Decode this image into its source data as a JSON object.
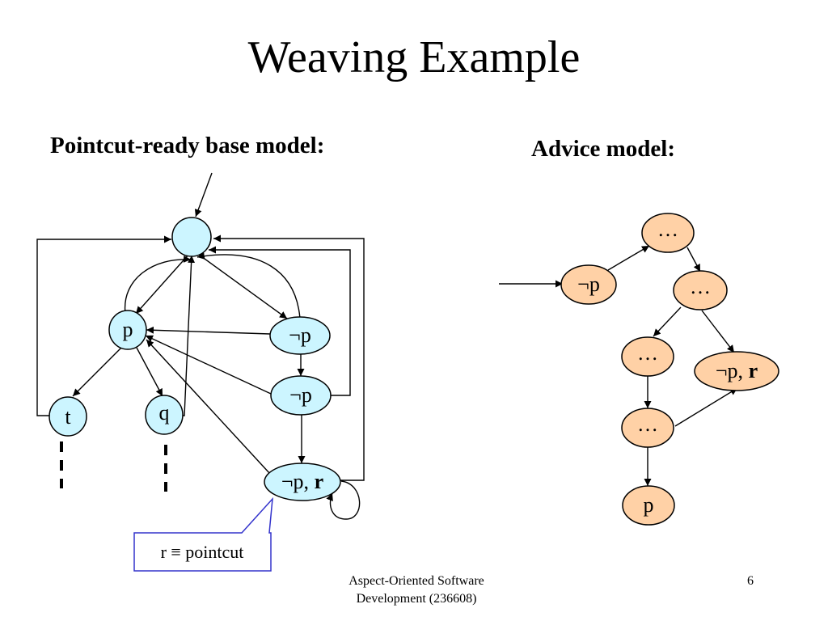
{
  "slide": {
    "title": "Weaving Example",
    "left_heading": "Pointcut-ready  base model:",
    "right_heading": "Advice model:",
    "footer_line1": "Aspect-Oriented Software",
    "footer_line2": "Development (236608)",
    "page_number": "6"
  },
  "base_model": {
    "nodes": {
      "start": "",
      "p": "p",
      "notp1": "¬p",
      "notp2": "¬p",
      "notpr_prefix": "¬p, ",
      "notpr_bold": "r",
      "t": "t",
      "q": "q"
    },
    "callout": "r ≡ pointcut"
  },
  "advice_model": {
    "nodes": {
      "notp": "¬p",
      "dots_top": "…",
      "dots_right": "…",
      "dots_mid": "…",
      "notpr_prefix": "¬p, ",
      "notpr_bold": "r",
      "dots_low": "…",
      "p": "p"
    }
  },
  "colors": {
    "base_node_fill": "#ccf5ff",
    "advice_node_fill": "#ffd1a6",
    "callout_border": "#3333cc"
  }
}
